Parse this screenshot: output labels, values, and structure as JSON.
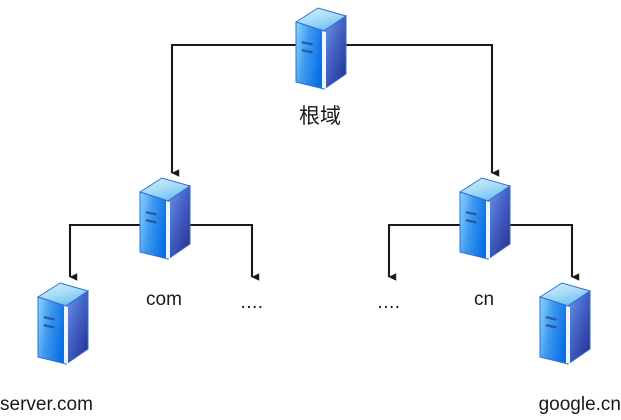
{
  "diagram": {
    "type": "dns-hierarchy-tree",
    "background_color": "#ffffff",
    "edge_color": "#1a1a1a",
    "icon_colors": {
      "top_face_light": "#bfe6fb",
      "top_face_dark": "#7ec8f2",
      "left_face_light": "#6cc4f5",
      "left_face_dark": "#1a7de8",
      "right_face_light": "#5b8fe0",
      "right_face_dark": "#2b3f9e",
      "outline": "#2f6fd0"
    },
    "nodes": [
      {
        "id": "root",
        "icon": "server-icon",
        "label": "根域",
        "level": 0
      },
      {
        "id": "com",
        "icon": "server-icon",
        "label": "com",
        "level": 1
      },
      {
        "id": "com-sibling",
        "icon": "none",
        "label": "....",
        "level": 2
      },
      {
        "id": "cn",
        "icon": "server-icon",
        "label": "cn",
        "level": 1
      },
      {
        "id": "cn-sibling",
        "icon": "none",
        "label": "....",
        "level": 2
      },
      {
        "id": "server-com",
        "icon": "server-icon",
        "label": "server.com",
        "level": 2
      },
      {
        "id": "google-cn",
        "icon": "server-icon",
        "label": "google.cn",
        "level": 2
      }
    ],
    "edges": [
      {
        "from": "root",
        "to": "com",
        "style": "elbow-arrow"
      },
      {
        "from": "root",
        "to": "cn",
        "style": "elbow-arrow"
      },
      {
        "from": "com",
        "to": "server-com",
        "style": "elbow-arrow"
      },
      {
        "from": "com",
        "to": "com-sibling",
        "style": "elbow-arrow"
      },
      {
        "from": "cn",
        "to": "cn-sibling",
        "style": "elbow-arrow"
      },
      {
        "from": "cn",
        "to": "google-cn",
        "style": "elbow-arrow"
      }
    ]
  }
}
